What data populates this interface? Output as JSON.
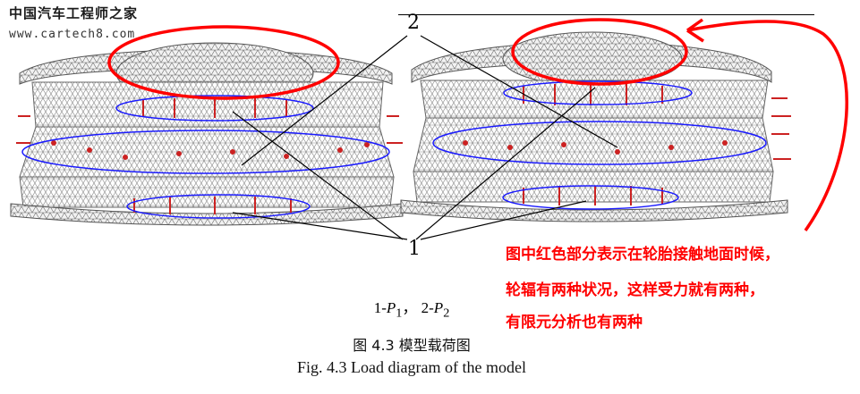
{
  "watermark": {
    "site_name": "中国汽车工程师之家",
    "url": "www.cartech8.com"
  },
  "figure": {
    "label_top": "2",
    "label_bottom": "1",
    "legend": {
      "item1_prefix": "1-",
      "item1_symbol": "P",
      "item1_sub": "1",
      "separator": "，",
      "item2_prefix": "2-",
      "item2_symbol": "P",
      "item2_sub": "2"
    },
    "caption_cn": "图 4.3    模型载荷图",
    "caption_en": "Fig. 4.3    Load diagram of the model"
  },
  "annotation": {
    "lines": [
      "图中红色部分表示在轮胎接触地面时候，",
      "轮辐有两种状况，这样受力就有两种，",
      "有限元分析也有两种"
    ],
    "color": "#ff0000"
  },
  "colors": {
    "mesh": "#7a7a7a",
    "ellipse": "#1a1aff",
    "annotation_red": "#ff0000",
    "load_red": "#cc2222"
  }
}
